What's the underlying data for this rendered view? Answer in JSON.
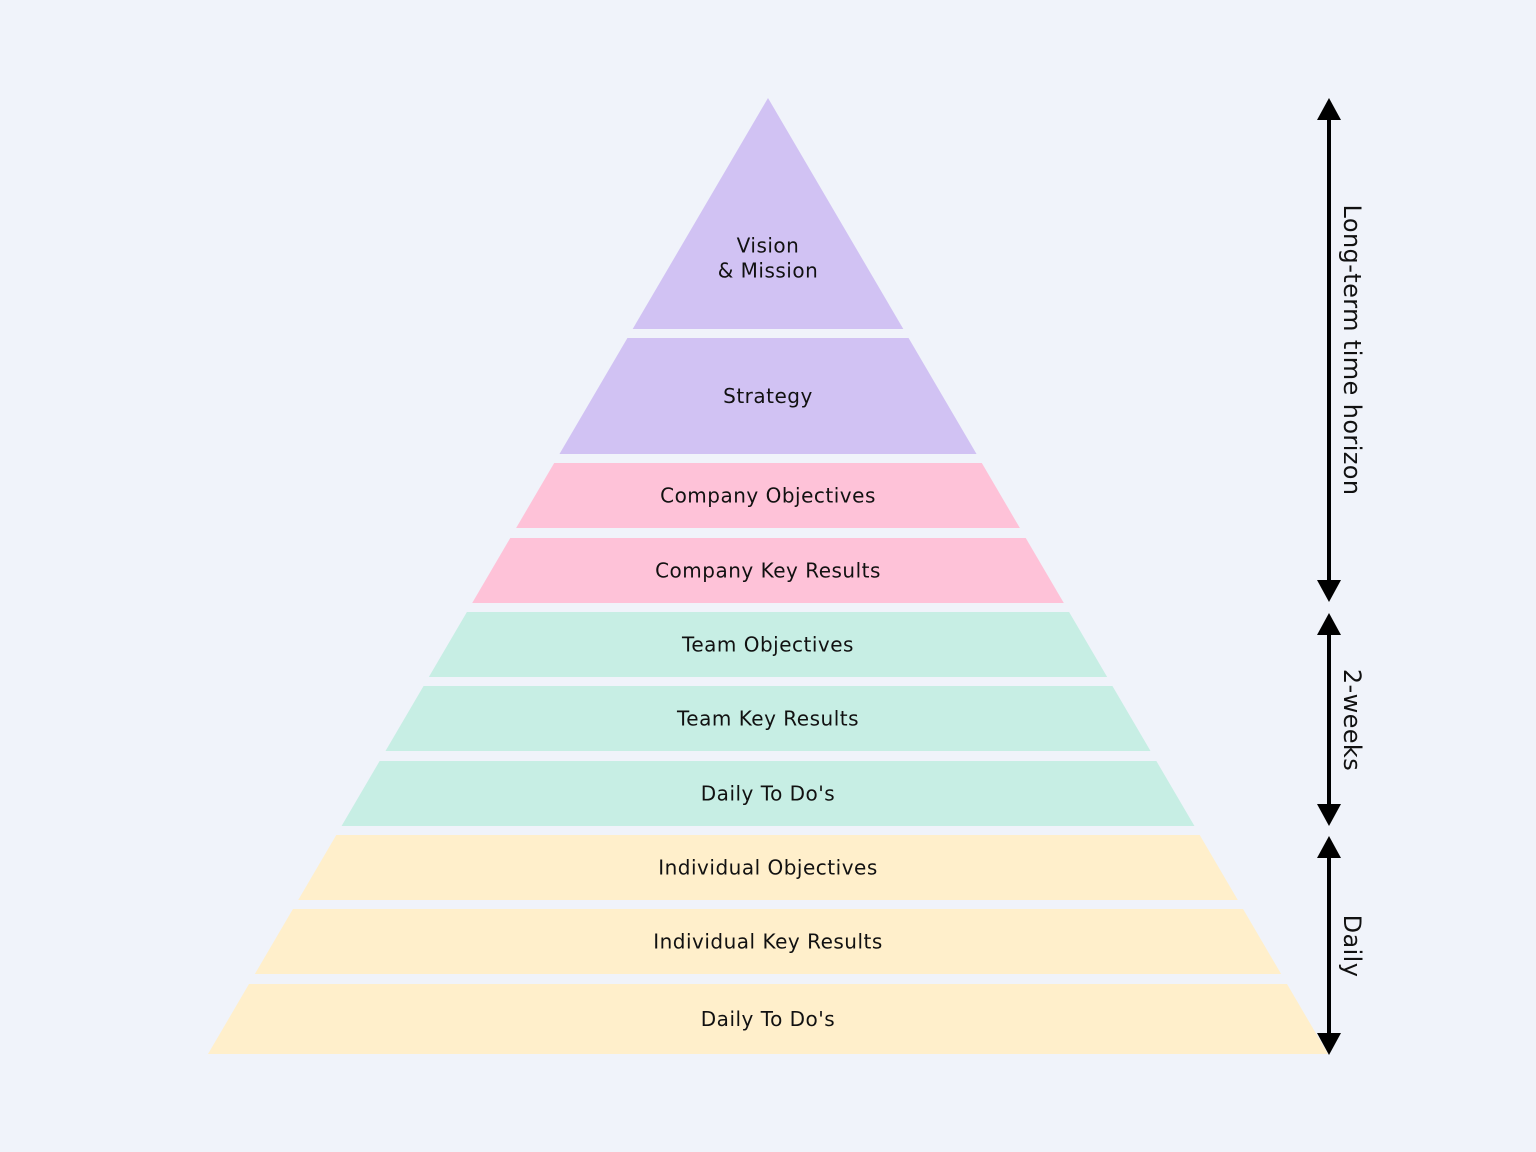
{
  "colors": {
    "background": "#f0f3fa",
    "purple": "#d1c2f3",
    "pink": "#fec2d8",
    "green": "#c7eee4",
    "yellow": "#ffefcb",
    "arrow": "#000000"
  },
  "tiers": [
    {
      "id": "vision-mission",
      "lines": [
        "Vision",
        "& Mission"
      ],
      "color": "purple"
    },
    {
      "id": "strategy",
      "lines": [
        "Strategy"
      ],
      "color": "purple"
    },
    {
      "id": "company-objectives",
      "lines": [
        "Company Objectives"
      ],
      "color": "pink"
    },
    {
      "id": "company-key-results",
      "lines": [
        "Company Key Results"
      ],
      "color": "pink"
    },
    {
      "id": "team-objectives",
      "lines": [
        "Team Objectives"
      ],
      "color": "green"
    },
    {
      "id": "team-key-results",
      "lines": [
        "Team Key Results"
      ],
      "color": "green"
    },
    {
      "id": "team-daily-todos",
      "lines": [
        "Daily To Do's"
      ],
      "color": "green"
    },
    {
      "id": "individual-objectives",
      "lines": [
        "Individual Objectives"
      ],
      "color": "yellow"
    },
    {
      "id": "individual-key-results",
      "lines": [
        "Individual Key Results"
      ],
      "color": "yellow"
    },
    {
      "id": "individual-daily-todos",
      "lines": [
        "Daily To Do's"
      ],
      "color": "yellow"
    }
  ],
  "horizons": [
    {
      "id": "long-term",
      "label": "Long-term time horizon",
      "spans_tiers": [
        "vision-mission",
        "company-key-results"
      ]
    },
    {
      "id": "two-weeks",
      "label": "2-weeks",
      "spans_tiers": [
        "team-objectives",
        "team-daily-todos"
      ]
    },
    {
      "id": "daily",
      "label": "Daily",
      "spans_tiers": [
        "individual-objectives",
        "individual-daily-todos"
      ]
    }
  ]
}
